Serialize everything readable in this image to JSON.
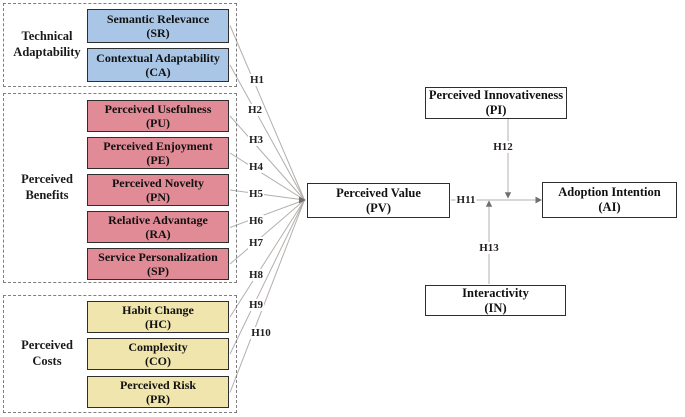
{
  "figure": {
    "type": "structural-model-path-diagram",
    "groups": [
      {
        "label": "Technical Adaptability"
      },
      {
        "label": "Perceived Benefits"
      },
      {
        "label": "Perceived Costs"
      }
    ],
    "constructs": {
      "sr": {
        "name": "Semantic Relevance",
        "abbr": "(SR)"
      },
      "ca": {
        "name": "Contextual Adaptability",
        "abbr": "(CA)"
      },
      "pu": {
        "name": "Perceived Usefulness",
        "abbr": "(PU)"
      },
      "pe": {
        "name": "Perceived Enjoyment",
        "abbr": "(PE)"
      },
      "pn": {
        "name": "Perceived Novelty",
        "abbr": "(PN)"
      },
      "ra": {
        "name": "Relative Advantage",
        "abbr": "(RA)"
      },
      "sp": {
        "name": "Service Personalization",
        "abbr": "(SP)"
      },
      "hc": {
        "name": "Habit Change",
        "abbr": "(HC)"
      },
      "co": {
        "name": "Complexity",
        "abbr": "(CO)"
      },
      "pr": {
        "name": "Perceived Risk",
        "abbr": "(PR)"
      },
      "pv": {
        "name": "Perceived Value",
        "abbr": "(PV)"
      },
      "pi": {
        "name": "Perceived Innovativeness",
        "abbr": "(PI)"
      },
      "ai": {
        "name": "Adoption Intention",
        "abbr": "(AI)"
      },
      "in": {
        "name": "Interactivity",
        "abbr": "(IN)"
      }
    },
    "hypotheses": {
      "h1": "H1",
      "h2": "H2",
      "h3": "H3",
      "h4": "H4",
      "h5": "H5",
      "h6": "H6",
      "h7": "H7",
      "h8": "H8",
      "h9": "H9",
      "h10": "H10",
      "h11": "H11",
      "h12": "H12",
      "h13": "H13"
    },
    "palette": {
      "technical_box": "#aac6e6",
      "benefit_box": "#e08b96",
      "cost_box": "#efe5ad",
      "main_box": "#ffffff",
      "connector_line": "#b4afac",
      "solid_border": "#2e2e2e",
      "dashed_border": "#7e7e7e",
      "text": "#1a1a1a"
    }
  }
}
